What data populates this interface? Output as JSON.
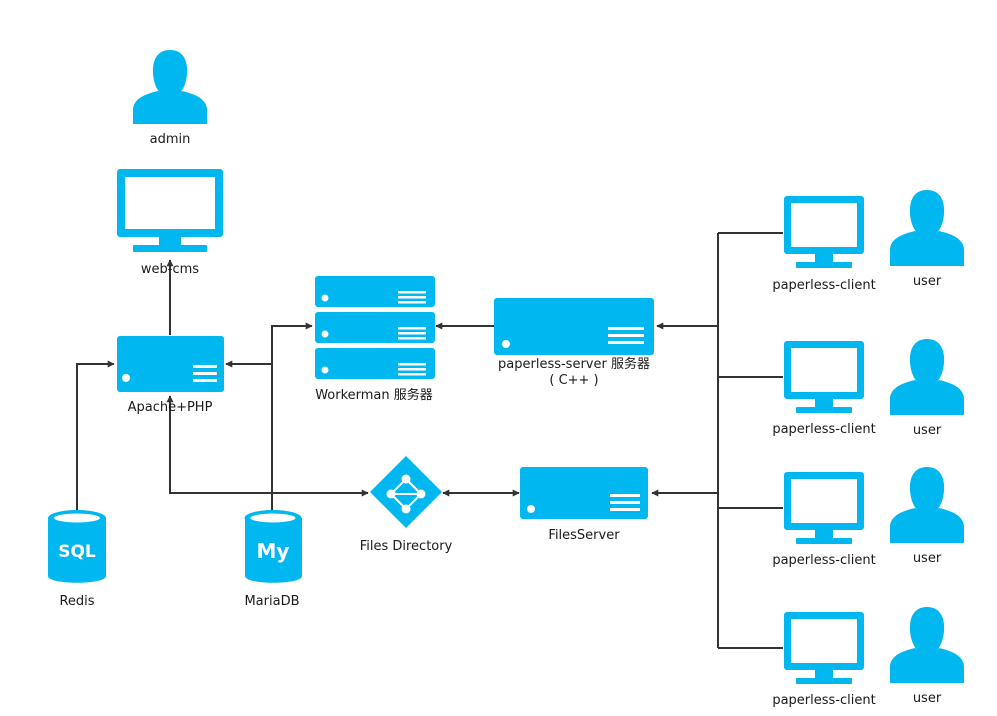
{
  "colors": {
    "accent": "#00b7ef",
    "line": "#333333",
    "text": "#1a1a1a"
  },
  "labels": {
    "admin": "admin",
    "web_cms": "web-cms",
    "apache_php": "Apache+PHP",
    "workerman": "Workerman 服务器",
    "paperless_server": "paperless-server 服务器",
    "paperless_server_sub": "( C++ )",
    "files_directory": "Files Directory",
    "files_server": "FilesServer",
    "redis": "Redis",
    "redis_badge": "SQL",
    "mariadb": "MariaDB",
    "mariadb_badge": "My",
    "client": "paperless-client",
    "user": "user"
  },
  "icons": {
    "admin": "user-icon",
    "web_cms": "monitor-icon",
    "apache_php": "server-icon",
    "workerman": "server-stack-icon",
    "paperless_server": "server-icon",
    "files_directory": "network-folder-icon",
    "files_server": "server-icon",
    "redis": "database-icon",
    "mariadb": "database-icon",
    "client": "monitor-icon",
    "user": "user-icon"
  }
}
